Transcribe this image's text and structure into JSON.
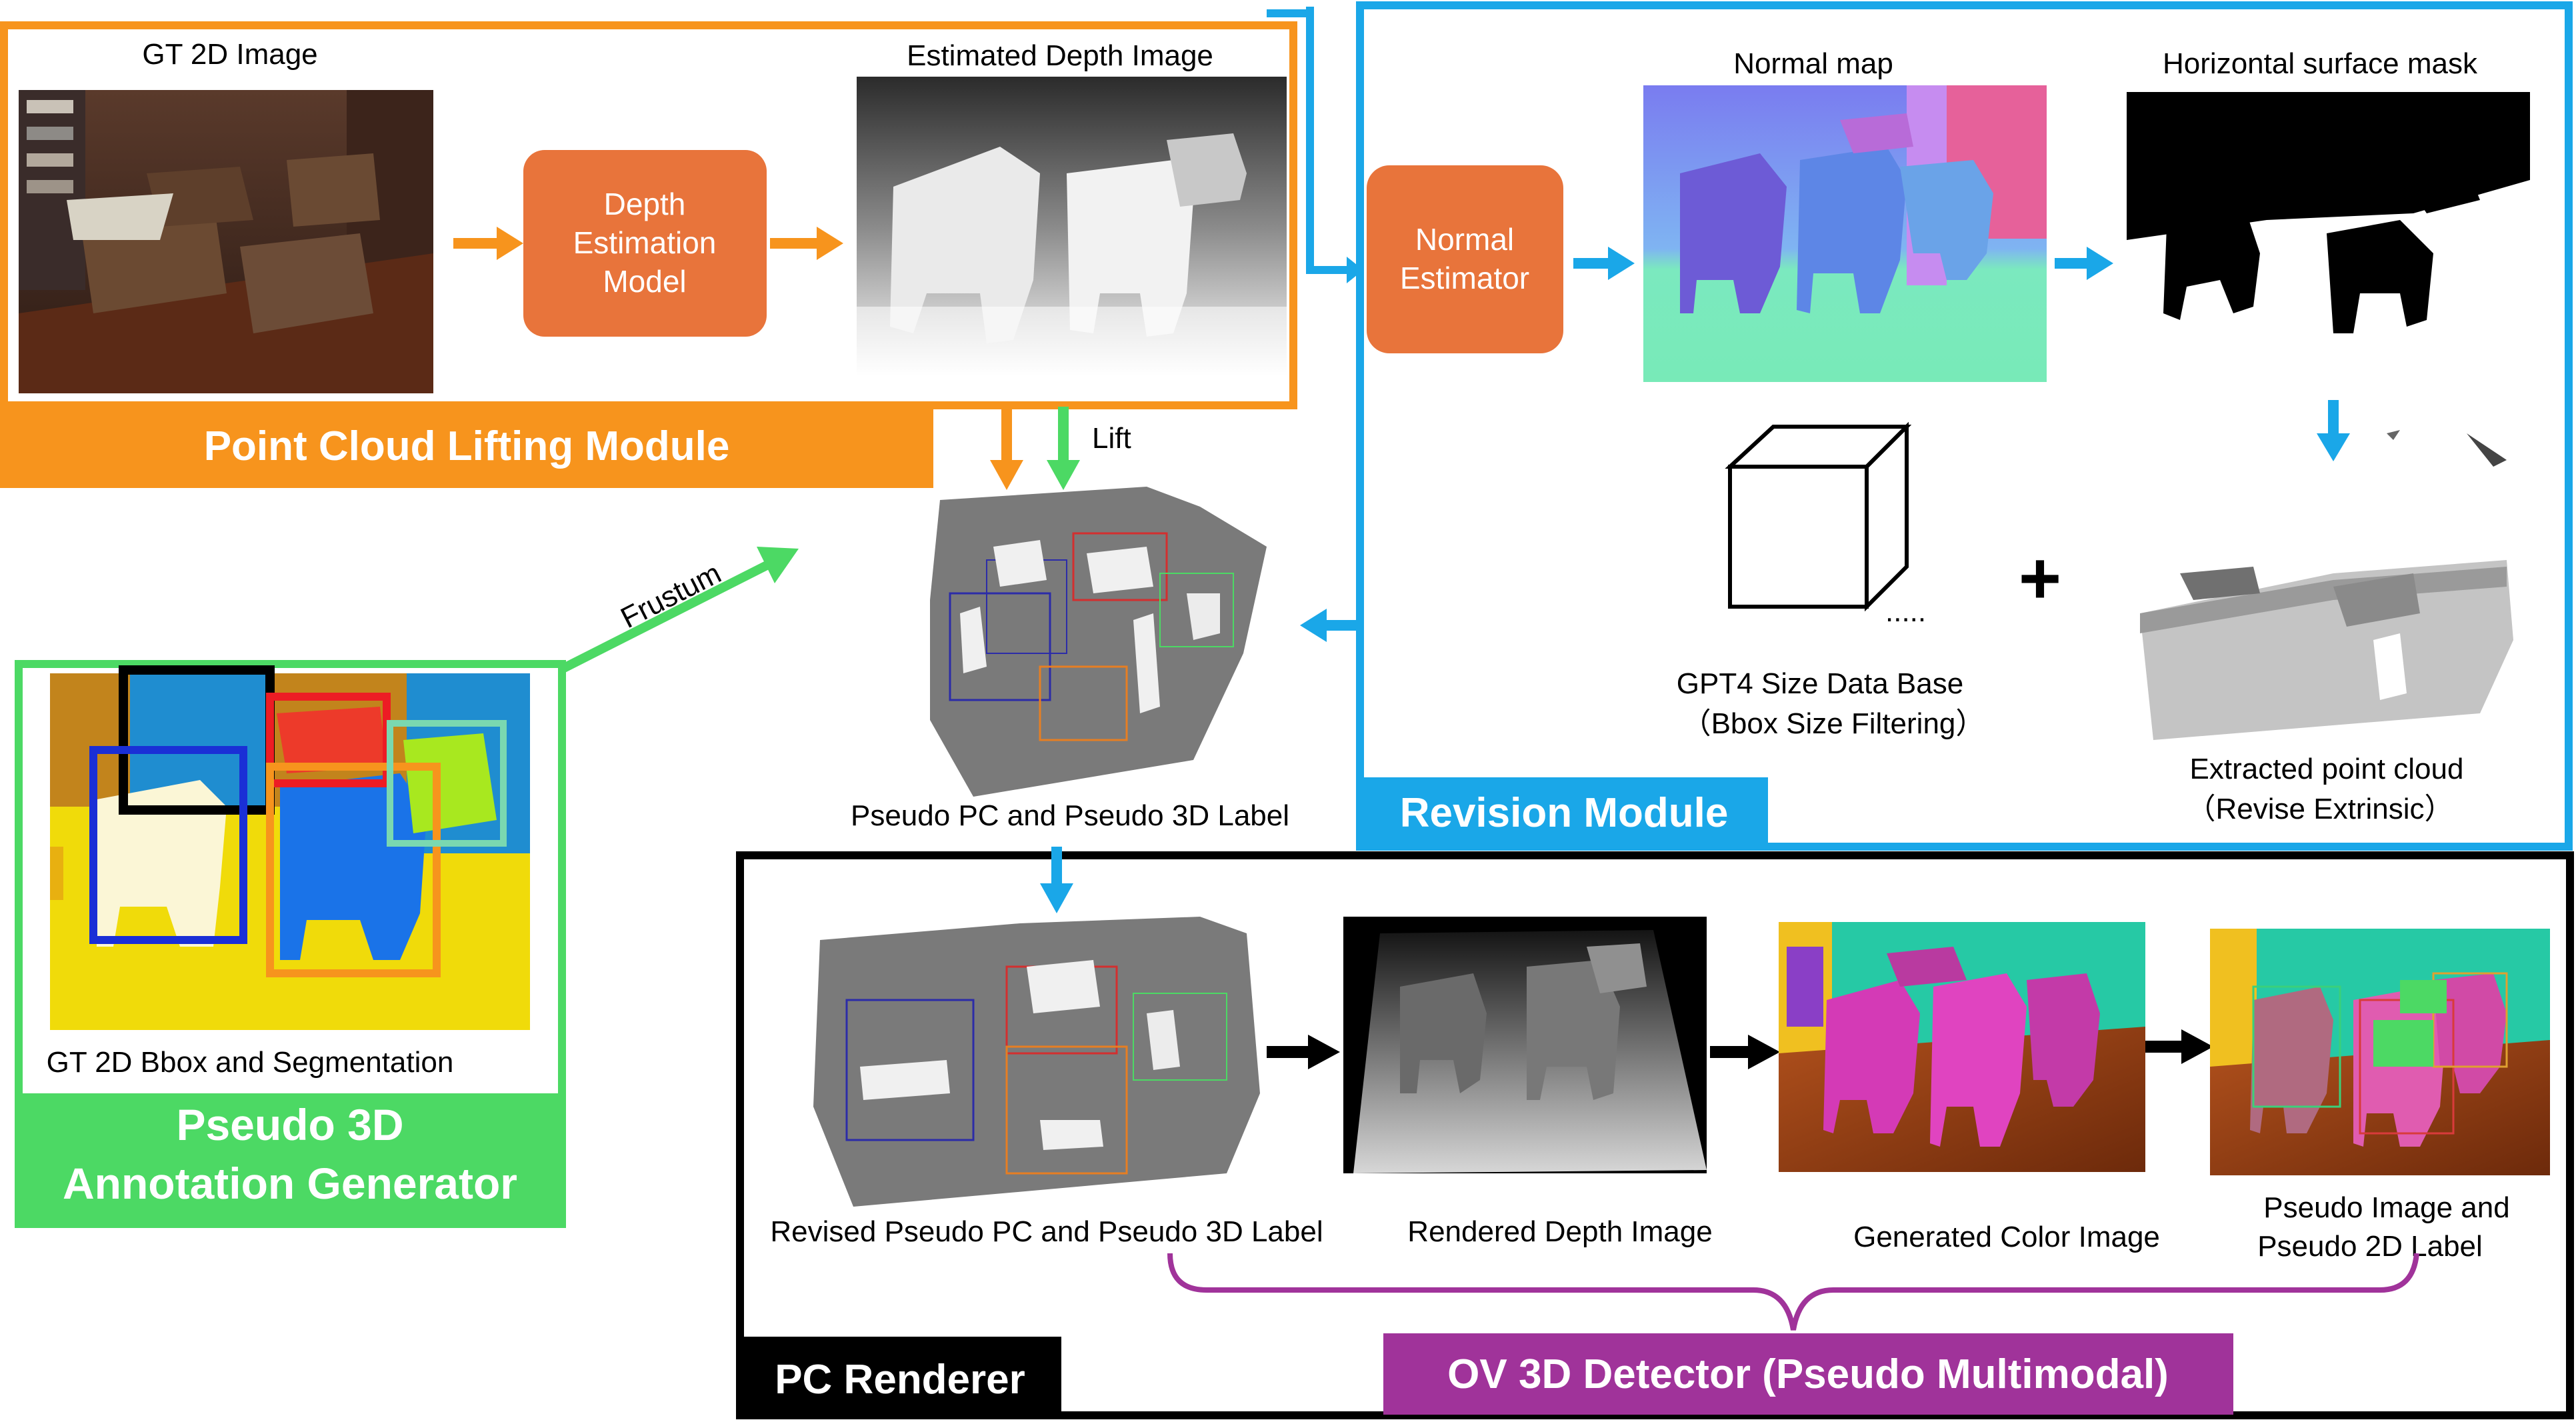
{
  "point_cloud_lifting": {
    "title": "Point Cloud Lifting Module",
    "gt_image_label": "GT 2D Image",
    "model_line1": "Depth",
    "model_line2": "Estimation",
    "model_line3": "Model",
    "depth_label": "Estimated Depth Image"
  },
  "lift_label": "Lift",
  "frustum_label": "Frustum",
  "pseudo_pc_label": "Pseudo PC and Pseudo 3D Label",
  "revision": {
    "title": "Revision Module",
    "estimator_line1": "Normal",
    "estimator_line2": "Estimator",
    "normal_map_label": "Normal map",
    "mask_label": "Horizontal surface mask",
    "gpt4_line1": "GPT4 Size Data Base",
    "gpt4_line2": "（Bbox Size Filtering）",
    "dots": ".....",
    "plus": "+",
    "extracted_line1": "Extracted point cloud",
    "extracted_line2": "（Revise  Extrinsic）"
  },
  "pseudo_3d": {
    "title_line1": "Pseudo 3D",
    "title_line2": "Annotation Generator",
    "seg_label": "GT 2D Bbox  and Segmentation"
  },
  "pc_renderer": {
    "title": "PC Renderer",
    "revised_label": "Revised Pseudo PC and Pseudo 3D Label",
    "rendered_label": "Rendered Depth Image",
    "generated_label": "Generated Color Image",
    "pseudo_image_line1": "Pseudo Image and",
    "pseudo_image_line2": "Pseudo 2D Label"
  },
  "ov3d": {
    "title": "OV 3D Detector (Pseudo Multimodal)"
  },
  "colors": {
    "orange": "#f7941d",
    "orange_box": "#e8743b",
    "blue": "#1aa7e8",
    "green": "#4cd964",
    "purple": "#a0339a",
    "black": "#000000"
  }
}
